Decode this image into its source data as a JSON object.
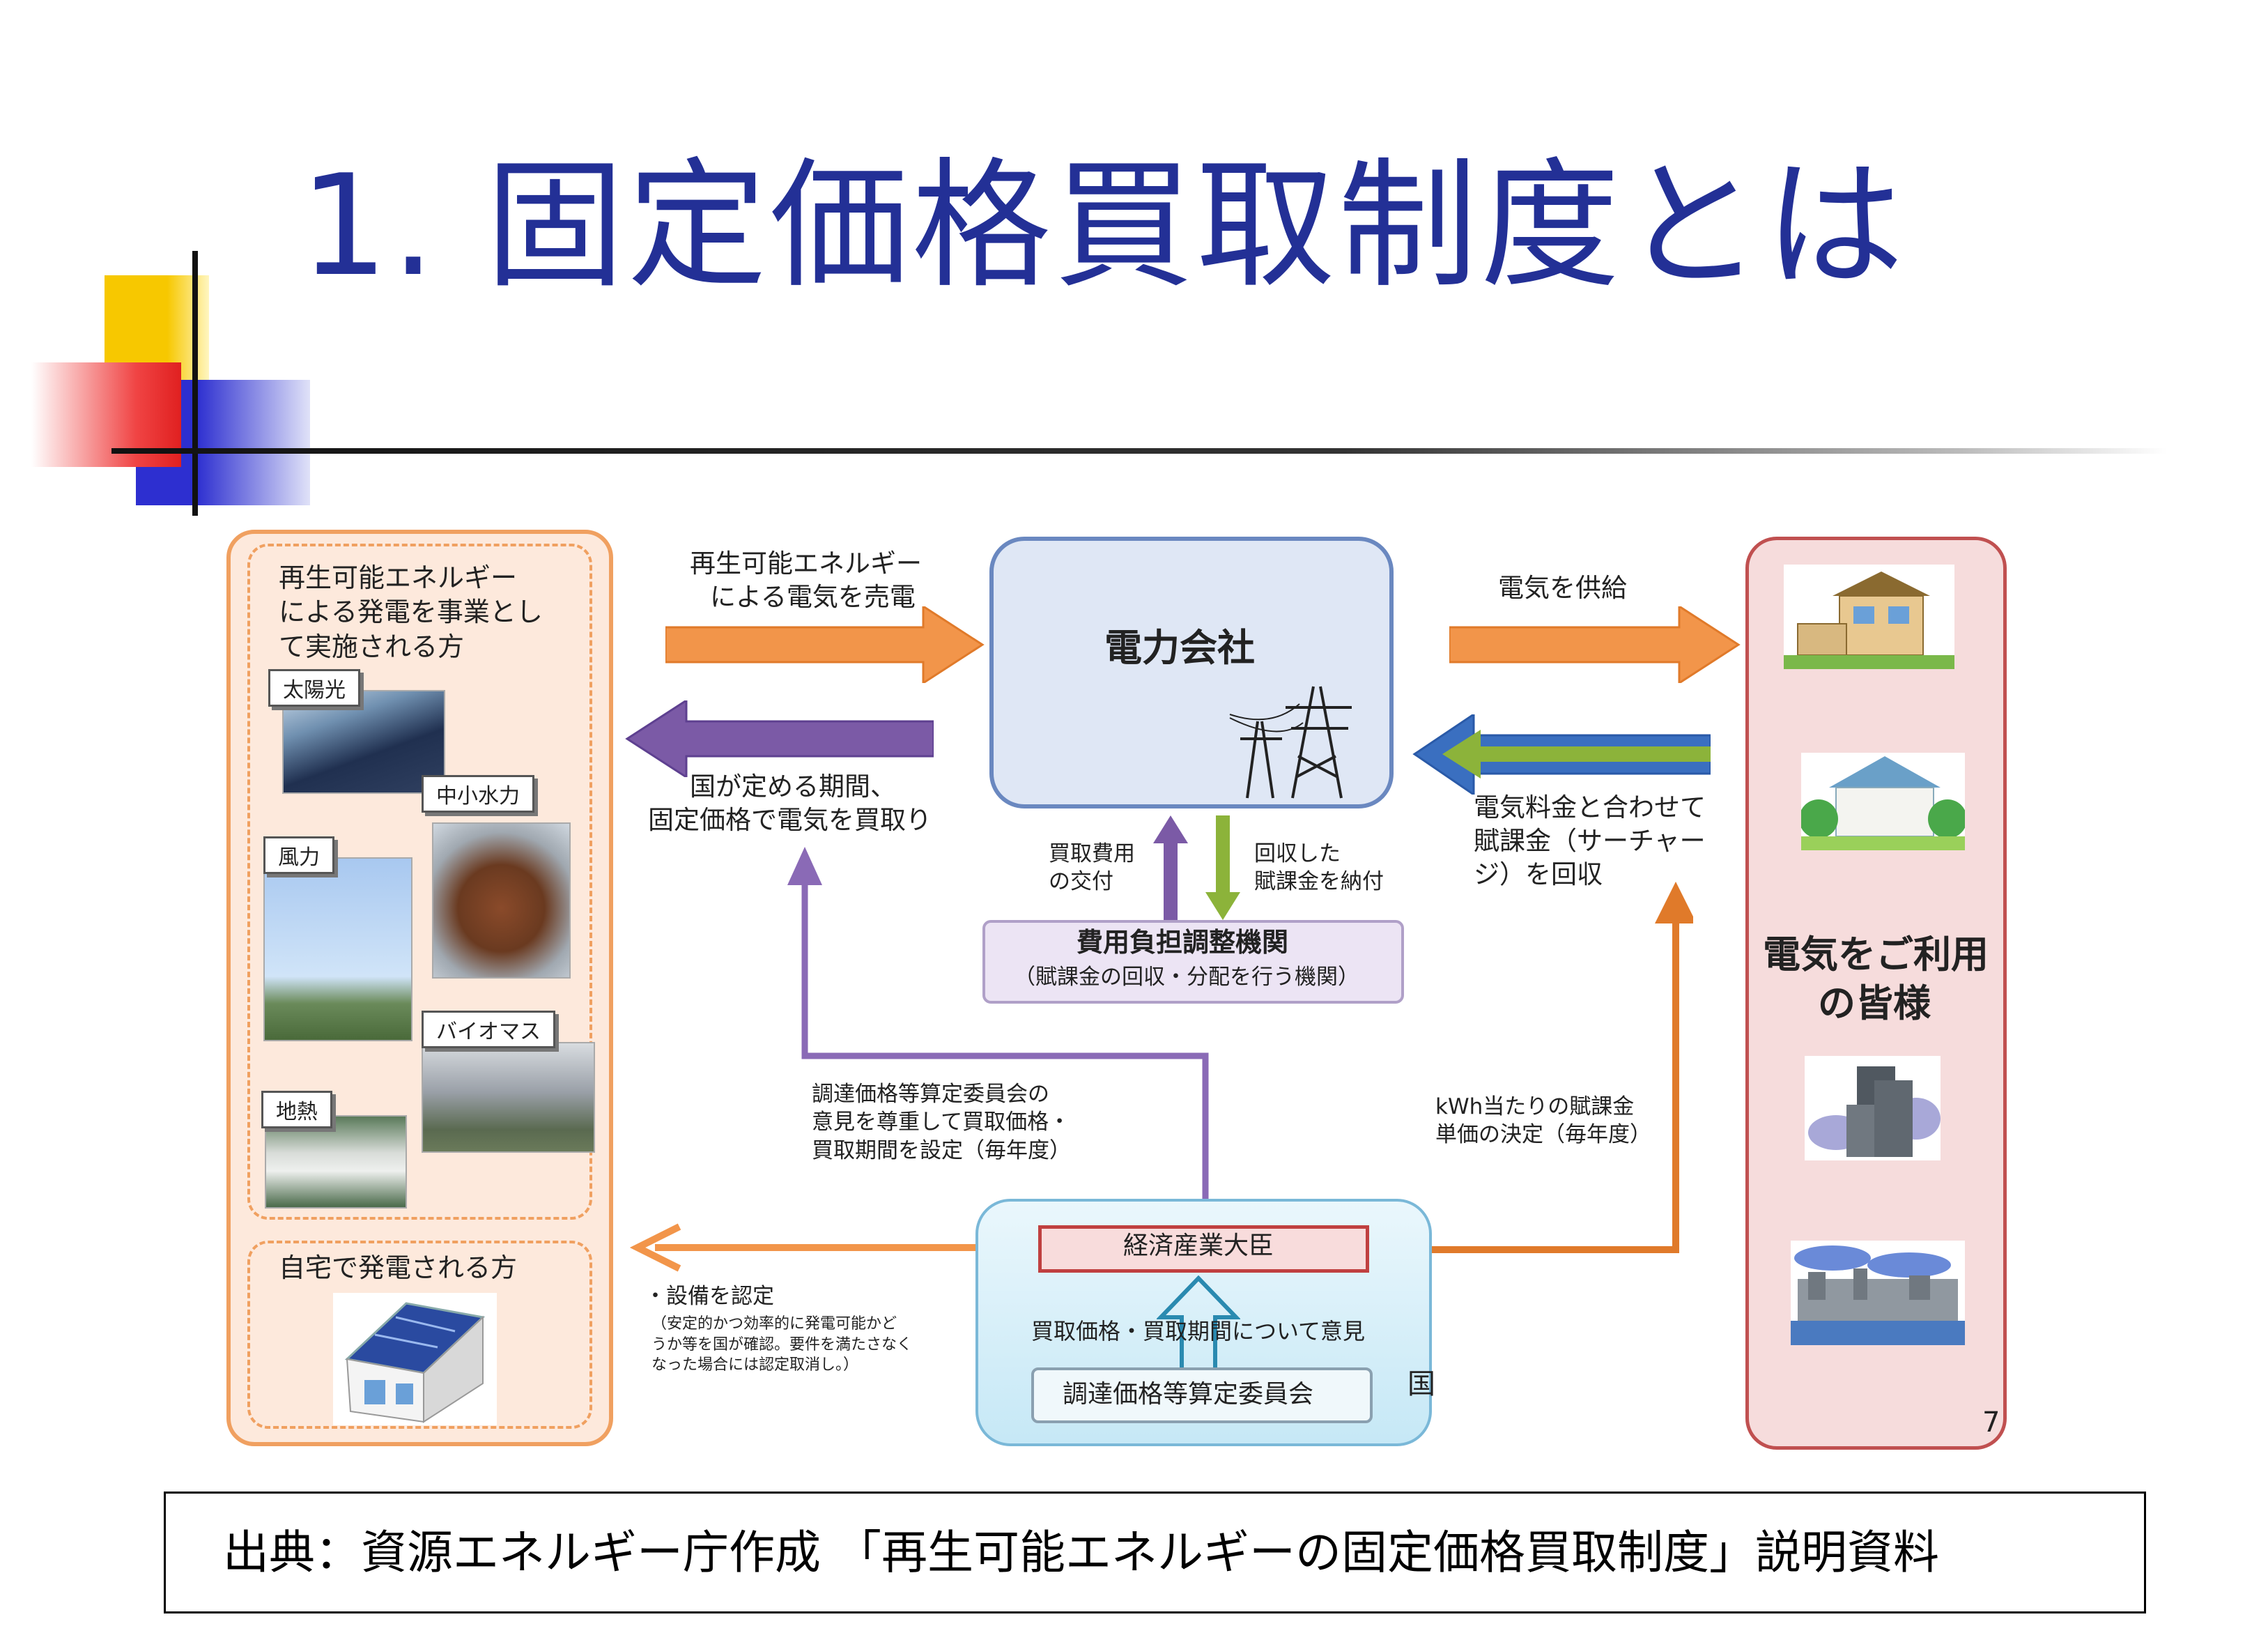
{
  "slide": {
    "title": "1. 固定価格買取制度とは",
    "page_number": "7"
  },
  "left_panel": {
    "business_heading": "再生可能エネルギーによる発電を事業として実施される方",
    "business_heading_lines": [
      "再生可能エネルギー",
      "による発電を事業とし",
      "て実施される方"
    ],
    "sources": [
      "太陽光",
      "中小水力",
      "風力",
      "バイオマス",
      "地熱"
    ],
    "home_heading": "自宅で発電される方"
  },
  "flows": {
    "sell_electricity": [
      "再生可能エネルギー",
      "による電気を売電"
    ],
    "buy_back": [
      "国が定める期間、",
      "固定価格で電気を買取り"
    ],
    "supply": "電気を供給",
    "collect_surcharge": [
      "電気料金と合わせて",
      "賦課金（サーチャー",
      "ジ）を回収"
    ],
    "grant_costs": [
      "買取費用",
      "の交付"
    ],
    "pay_surcharge": [
      "回収した",
      "賦課金を納付"
    ],
    "set_price": [
      "調達価格等算定委員会の",
      "意見を尊重して買取価格・",
      "買取期間を設定（毎年度）"
    ],
    "unit_price": [
      "kWh当たりの賦課金",
      "単価の決定（毎年度）"
    ],
    "certify_title": "・設備を認定",
    "certify_note": [
      "（安定的かつ効率的に発電可能かど",
      "うか等を国が確認。要件を満たさなく",
      "なった場合には認定取消し。）"
    ],
    "opinion": "買取価格・買取期間について意見"
  },
  "nodes": {
    "power_company": "電力会社",
    "cost_org_name": "費用負担調整機関",
    "cost_org_note": "（賦課金の回収・分配を行う機関）",
    "minister": "経済産業大臣",
    "committee": "調達価格等算定委員会",
    "country": "国",
    "customers": [
      "電気をご利用",
      "の皆様"
    ]
  },
  "source_note": "出典：資源エネルギー庁作成 「再生可能エネルギーの固定価格買取制度」説明資料",
  "colors": {
    "title": "#233096",
    "orange_arrow": "#f08a3a",
    "purple_arrow": "#7b5aa6",
    "green_arrow": "#8cb33a",
    "blue_arrow": "#3a6fc0",
    "power_box": "#dce6f4",
    "left_panel_fill": "#fde6d6",
    "right_panel_fill": "#f6dcdc",
    "country_box": "#d6eef8"
  }
}
